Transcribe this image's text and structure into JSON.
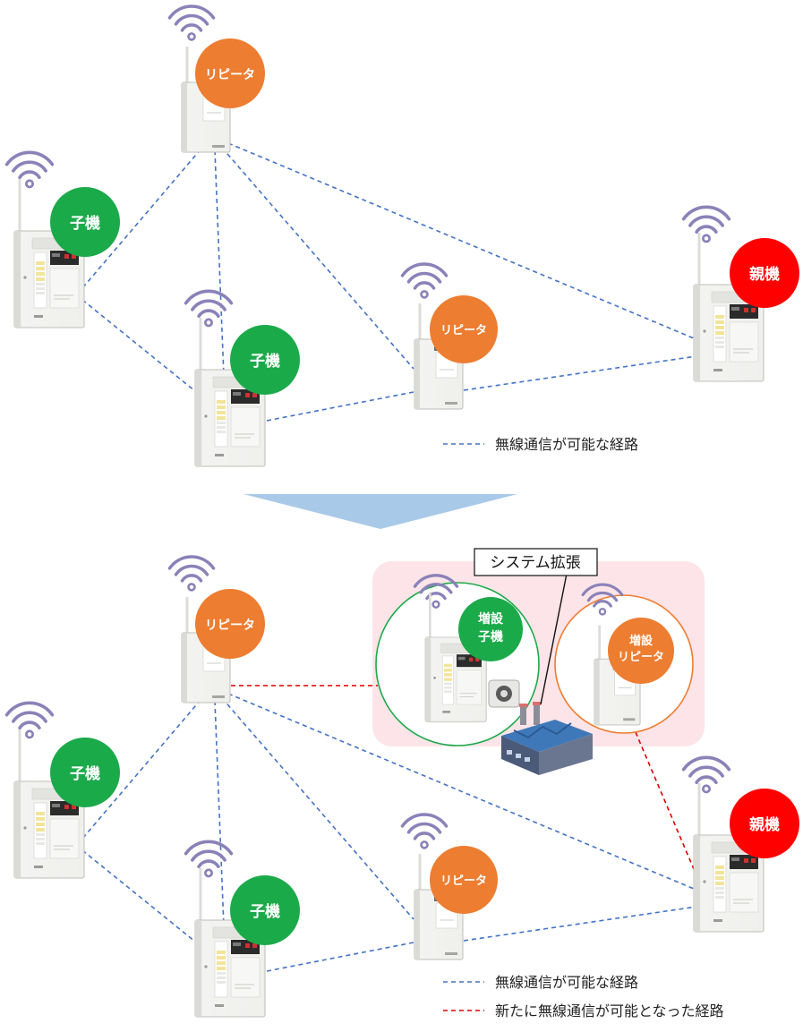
{
  "labels": {
    "repeater": "リピータ",
    "child": "子機",
    "parent": "親機",
    "added_child_line1": "増設",
    "added_child_line2": "子機",
    "added_repeater_line1": "増設",
    "added_repeater_line2": "リピータ",
    "system_expansion": "システム拡張"
  },
  "legend": {
    "possible_route": "無線通信が可能な経路",
    "new_route": "新たに無線通信が可能となった経路"
  },
  "colors": {
    "repeater_badge": "#ED7D31",
    "child_badge": "#1BAA4A",
    "parent_badge": "#FF0000",
    "route_blue": "#4472C4",
    "route_red": "#E00000",
    "arrow": "#A9C9E8",
    "expansion_bg": "#FCE4E8",
    "added_child_ring": "#1BAA4A",
    "added_repeater_ring": "#ED7D31",
    "signal_icon": "#8A82B8"
  }
}
